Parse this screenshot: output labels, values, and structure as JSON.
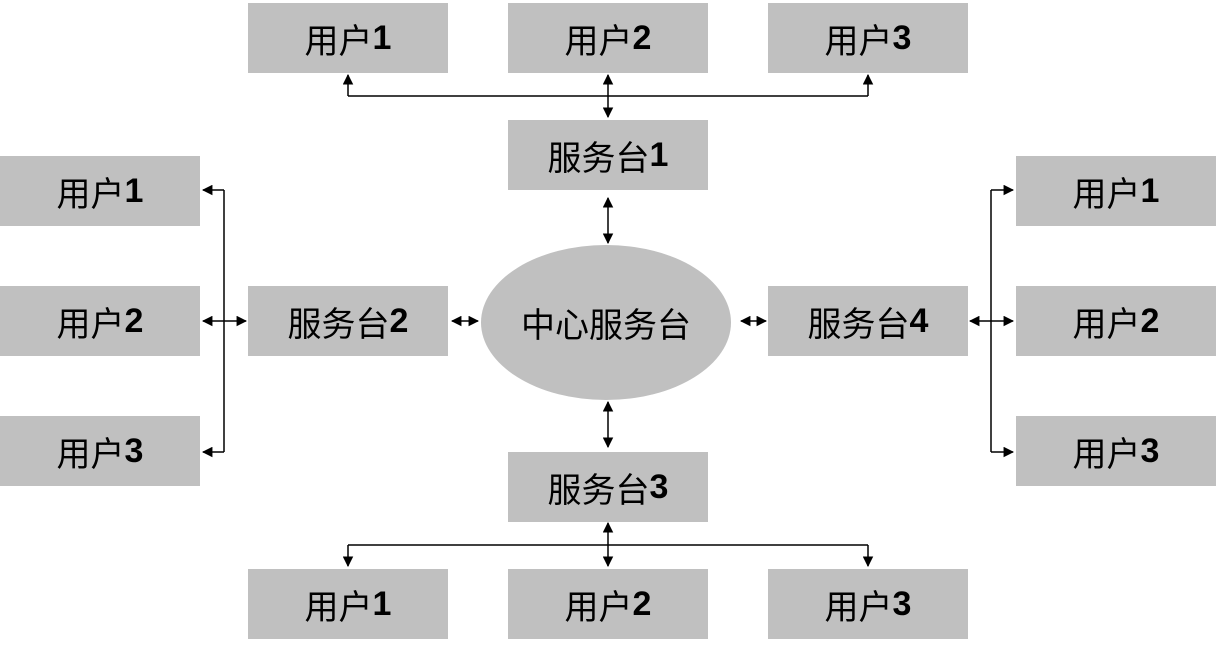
{
  "hub": {
    "label": "中心服务台"
  },
  "desks": [
    {
      "id": "desk1",
      "text": "服务台",
      "num": "1"
    },
    {
      "id": "desk2",
      "text": "服务台",
      "num": "2"
    },
    {
      "id": "desk3",
      "text": "服务台",
      "num": "3"
    },
    {
      "id": "desk4",
      "text": "服务台",
      "num": "4"
    }
  ],
  "user_label": "用户",
  "user_groups": {
    "top": [
      "1",
      "2",
      "3"
    ],
    "left": [
      "1",
      "2",
      "3"
    ],
    "right": [
      "1",
      "2",
      "3"
    ],
    "bottom": [
      "1",
      "2",
      "3"
    ]
  },
  "colors": {
    "box_fill": "#c0c0c0",
    "line": "#000000",
    "text": "#000000"
  }
}
